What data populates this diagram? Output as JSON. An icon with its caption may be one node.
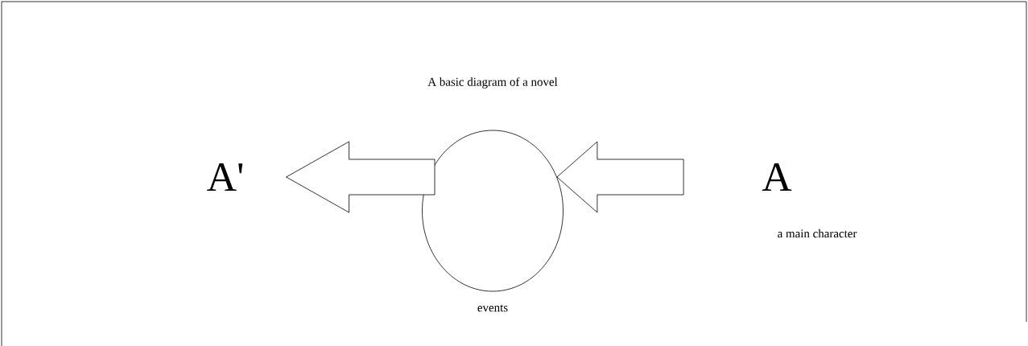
{
  "diagram": {
    "title": "A basic diagram of a novel",
    "nodes": [
      {
        "text": [
          "A'"
        ]
      },
      {
        "text": [],
        "shape": "ellipse",
        "beside": [
          "events"
        ]
      },
      {
        "text": [
          "A"
        ],
        "beside": [
          "a main character"
        ]
      }
    ],
    "edges": [
      {
        "from": 2,
        "to": 1,
        "arrow": "to"
      },
      {
        "from": 1,
        "to": 0,
        "arrow": "to"
      }
    ]
  }
}
